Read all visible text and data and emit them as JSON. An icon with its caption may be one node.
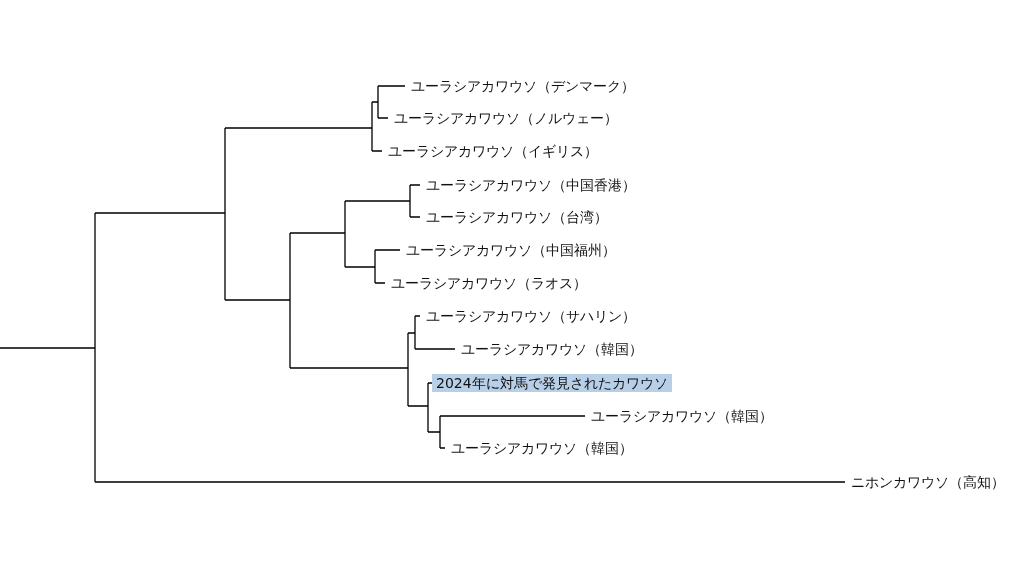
{
  "diagram": {
    "labels": [
      "ユーラシアカワウソ（デンマーク）",
      "ユーラシアカワウソ（ノルウェー）",
      "ユーラシアカワウソ（イギリス）",
      "ユーラシアカワウソ（中国香港）",
      "ユーラシアカワウソ（台湾）",
      "ユーラシアカワウソ（中国福州）",
      "ユーラシアカワウソ（ラオス）",
      "ユーラシアカワウソ（サハリン）",
      "ユーラシアカワウソ（韓国）",
      "2024年に対馬で発見されたカワウソ",
      "ユーラシアカワウソ（韓国）",
      "ユーラシアカワウソ（韓国）",
      "ニホンカワウソ（高知）"
    ]
  }
}
